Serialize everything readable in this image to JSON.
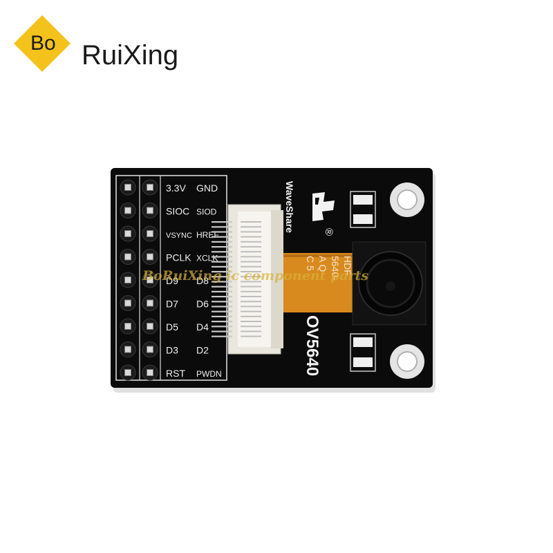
{
  "logo": {
    "badge_text": "Bo",
    "brand_name": "RuiXing",
    "badge_color": "#f3c21b"
  },
  "board": {
    "manufacturer": "WaveShare",
    "registered_mark": "®",
    "module_name": "OV5640",
    "sensor_marking": [
      "HDF",
      "5640-",
      "A Q",
      "C 5"
    ],
    "pcb_color": "#0b0b0b",
    "flex_color": "#d98a1e",
    "pin_labels": [
      [
        "3.3V",
        "GND"
      ],
      [
        "SIOC",
        "SIOD"
      ],
      [
        "VSYNC",
        "HREF"
      ],
      [
        "PCLK",
        "XCLK"
      ],
      [
        "D9",
        "D8"
      ],
      [
        "D7",
        "D6"
      ],
      [
        "D5",
        "D4"
      ],
      [
        "D3",
        "D2"
      ],
      [
        "RST",
        "PWDN"
      ]
    ]
  },
  "watermark": {
    "text": "BoRuiXing ic component parts"
  }
}
